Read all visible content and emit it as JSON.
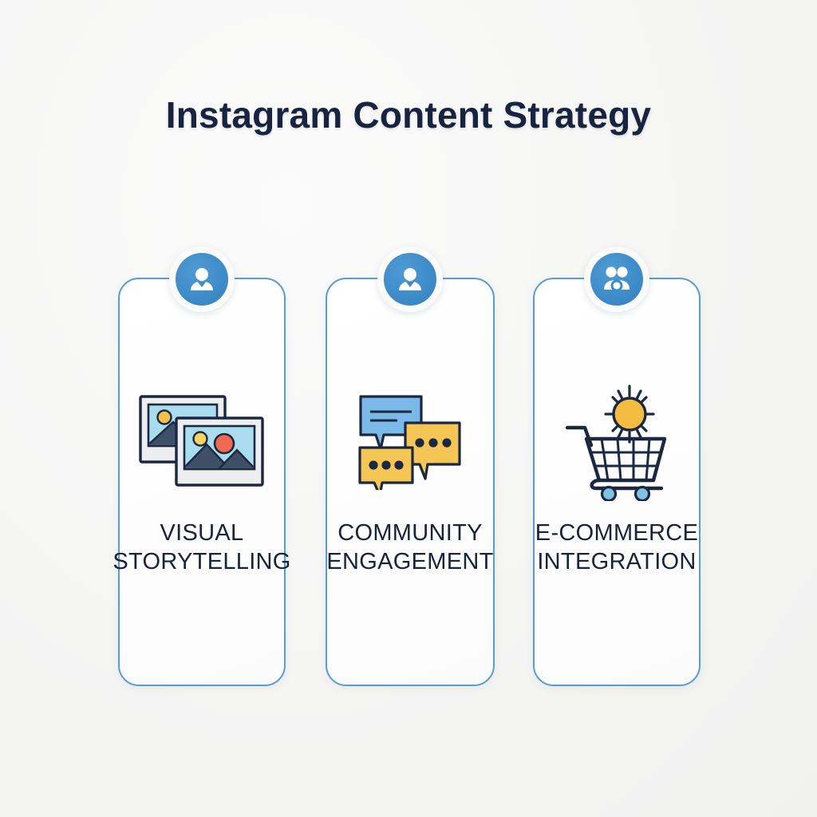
{
  "header": {
    "title": "Instagram Content Strategy"
  },
  "theme": {
    "background": "#f6f6f5",
    "title_color": "#18243f",
    "card_border": "#5b9bd1",
    "badge_blue": "#3d8bc7",
    "label_color": "#17223d",
    "icon_dark": "#1c2840",
    "icon_sky": "#aadcf0",
    "icon_yellow": "#f5c04a",
    "icon_red": "#ef6a4e",
    "icon_blue": "#7ab9e8",
    "icon_frame": "#e9ecee"
  },
  "cards": [
    {
      "badge_icon": "person-icon",
      "content_icon": "photos-icon",
      "label": "VISUAL\nSTORYTELLING"
    },
    {
      "badge_icon": "person-icon",
      "content_icon": "speech-bubbles-icon",
      "label": "COMMUNITY\nENGAGEMENT"
    },
    {
      "badge_icon": "group-people-icon",
      "content_icon": "shopping-cart-sun-icon",
      "label": "E-COMMERCE\nINTEGRATION"
    }
  ]
}
